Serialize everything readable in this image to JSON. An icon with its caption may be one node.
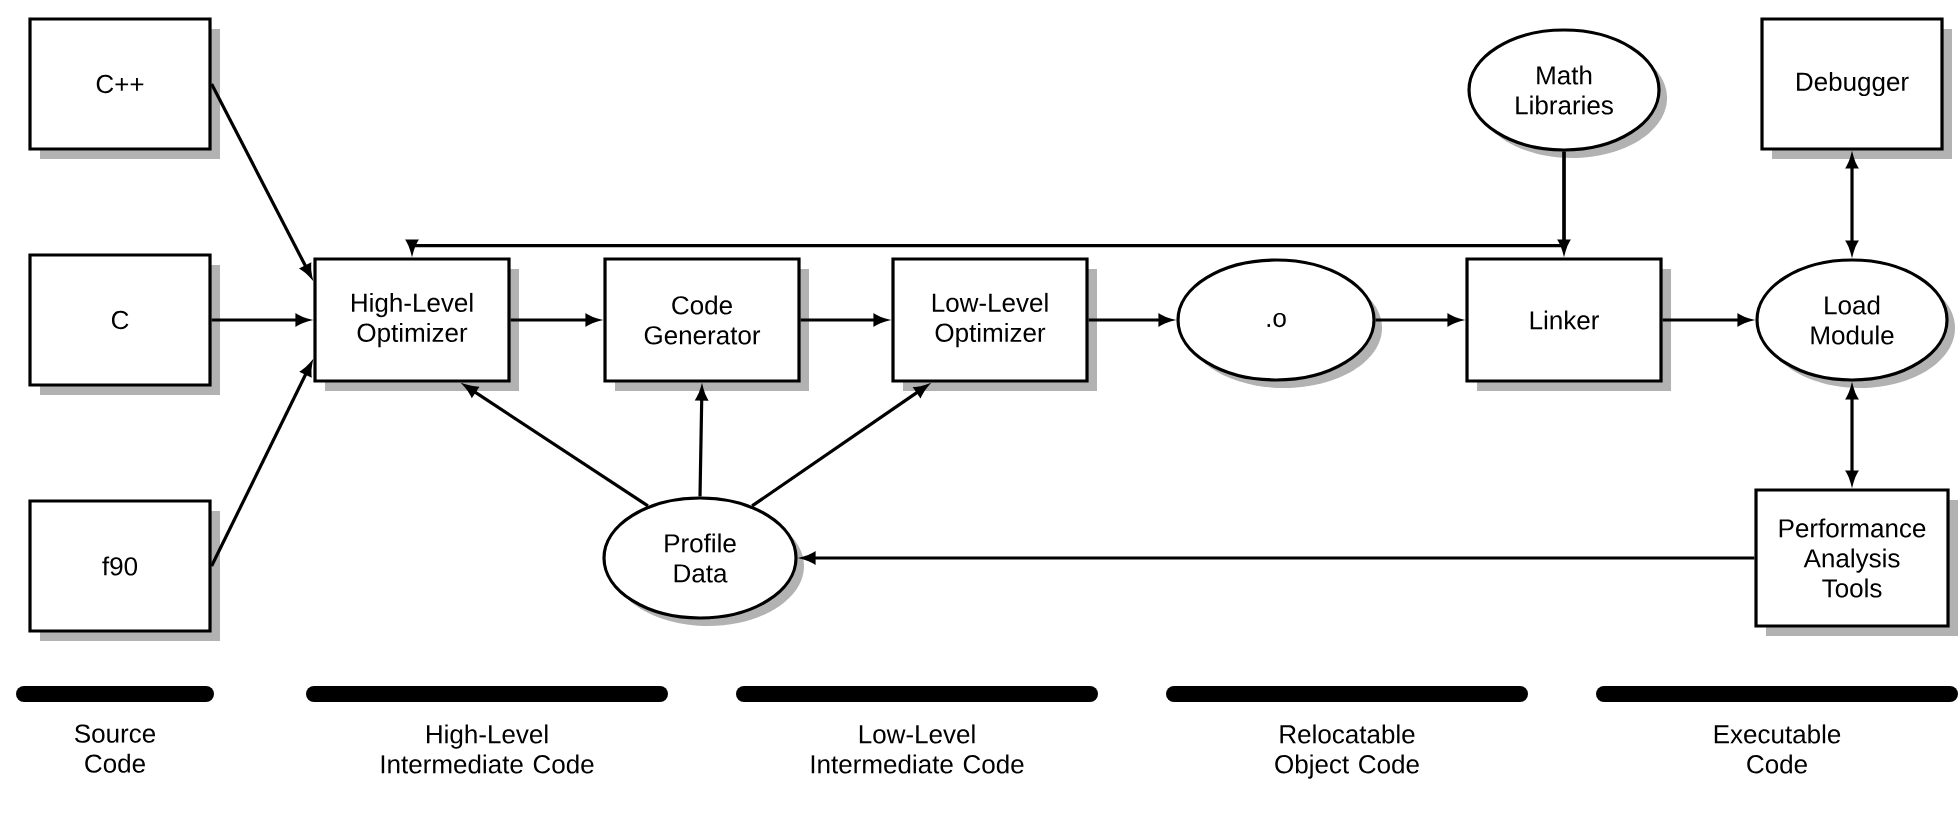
{
  "diagram": {
    "nodes": [
      {
        "text": [
          "C++"
        ]
      },
      {
        "text": [
          "Math Libraries"
        ]
      },
      {
        "text": [
          "Debugger"
        ]
      },
      {
        "text": [
          "C"
        ]
      },
      {
        "text": [
          "High-Level Optimizer"
        ]
      },
      {
        "text": [
          "Code Generator"
        ]
      },
      {
        "text": [
          "Low-Level Optimizer"
        ]
      },
      {
        "text": [
          ".o"
        ]
      },
      {
        "text": [
          "Linker"
        ]
      },
      {
        "text": [
          "Load Module"
        ]
      },
      {
        "text": [
          "f90"
        ]
      },
      {
        "text": [
          "Performance Analysis Tools"
        ]
      },
      {
        "text": [
          "Profile Data"
        ]
      }
    ],
    "edges": [
      {
        "from": 0,
        "to": 4,
        "arrow": "to"
      },
      {
        "from": 3,
        "to": 4,
        "arrow": "to"
      },
      {
        "from": 10,
        "to": 4,
        "arrow": "to"
      },
      {
        "from": 4,
        "to": 5,
        "arrow": "to"
      },
      {
        "from": 5,
        "to": 6,
        "arrow": "to"
      },
      {
        "from": 6,
        "to": 7,
        "arrow": "to"
      },
      {
        "from": 7,
        "to": 8,
        "arrow": "to"
      },
      {
        "from": 8,
        "to": 9,
        "arrow": "to"
      },
      {
        "from": 1,
        "to": 8,
        "arrow": "to"
      },
      {
        "from": 1,
        "to": 4,
        "arrow": "to"
      },
      {
        "from": 2,
        "to": 9,
        "arrow": "both"
      },
      {
        "from": 9,
        "to": 11,
        "arrow": "both"
      },
      {
        "from": 11,
        "to": 12,
        "arrow": "to"
      },
      {
        "from": 12,
        "to": 4,
        "arrow": "to"
      },
      {
        "from": 12,
        "to": 5,
        "arrow": "to"
      },
      {
        "from": 12,
        "to": 6,
        "arrow": "to"
      }
    ],
    "labels": [
      "Source Code",
      "High-Level Intermediate Code",
      "Low-Level Intermediate Code",
      "Relocatable Object Code",
      "Executable Code"
    ]
  }
}
